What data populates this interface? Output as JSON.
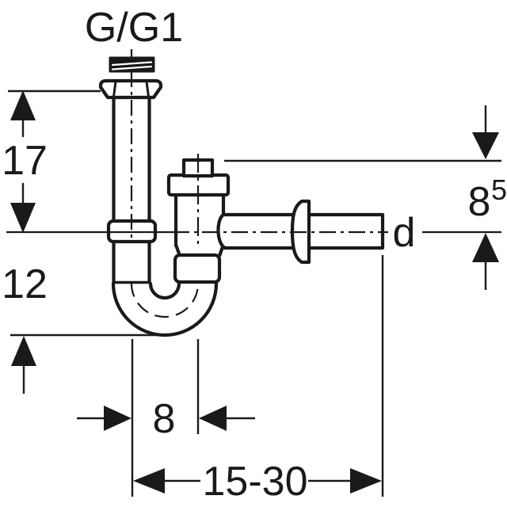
{
  "drawing": {
    "connection_label": "G/G1",
    "outlet_diameter_label": "d",
    "dim_inlet_height": "17",
    "dim_trap_depth": "12",
    "dim_outlet_height": "8",
    "dim_outlet_height_sup": "5",
    "dim_bend_offset": "8",
    "dim_outlet_length": "15-30",
    "colors": {
      "line": "#1a1a1a",
      "background": "#ffffff"
    }
  }
}
